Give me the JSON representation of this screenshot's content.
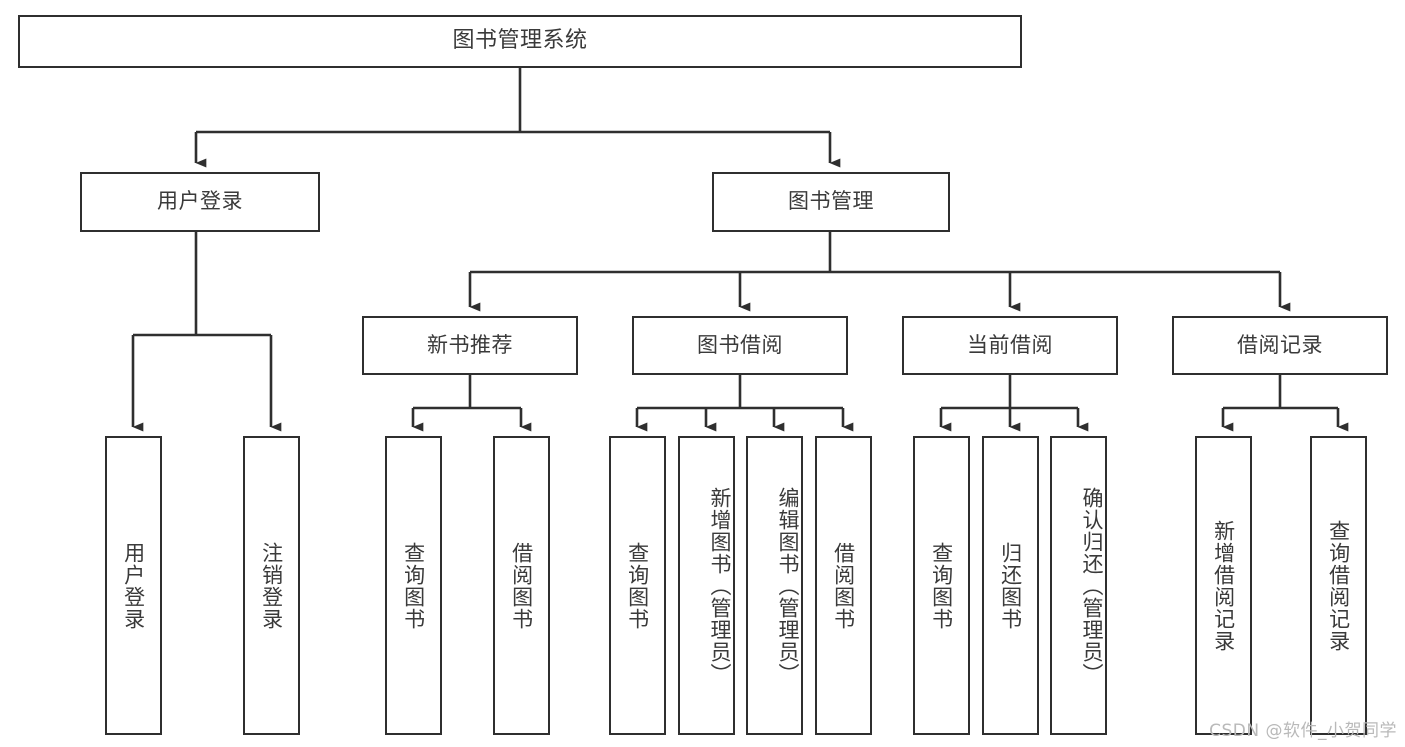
{
  "diagram": {
    "title": "图书管理系统",
    "type": "hierarchy-tree",
    "colors": {
      "box_border": "#2f2f2f",
      "box_fill": "#ffffff",
      "text": "#3a3a3a",
      "edge": "#2f2f2f",
      "watermark": "#b9b9b9",
      "background": "#ffffff"
    },
    "levels": {
      "root": {
        "label": "图书管理系统"
      },
      "level2": [
        {
          "label": "用户登录"
        },
        {
          "label": "图书管理"
        }
      ],
      "level3": [
        {
          "label": "新书推荐"
        },
        {
          "label": "图书借阅"
        },
        {
          "label": "当前借阅"
        },
        {
          "label": "借阅记录"
        }
      ],
      "leaves": [
        {
          "label": "用户登录",
          "parent": "用户登录"
        },
        {
          "label": "注销登录",
          "parent": "用户登录"
        },
        {
          "label": "查询图书",
          "parent": "新书推荐"
        },
        {
          "label": "借阅图书",
          "parent": "新书推荐"
        },
        {
          "label": "查询图书",
          "parent": "图书借阅"
        },
        {
          "label": "新增图书（管理员）",
          "parent": "图书借阅"
        },
        {
          "label": "编辑图书（管理员）",
          "parent": "图书借阅"
        },
        {
          "label": "借阅图书",
          "parent": "图书借阅"
        },
        {
          "label": "查询图书",
          "parent": "当前借阅"
        },
        {
          "label": "归还图书",
          "parent": "当前借阅"
        },
        {
          "label": "确认归还（管理员）",
          "parent": "当前借阅"
        },
        {
          "label": "新增借阅记录",
          "parent": "借阅记录"
        },
        {
          "label": "查询借阅记录",
          "parent": "借阅记录"
        }
      ]
    },
    "watermark": "CSDN @软件_小贺同学"
  }
}
